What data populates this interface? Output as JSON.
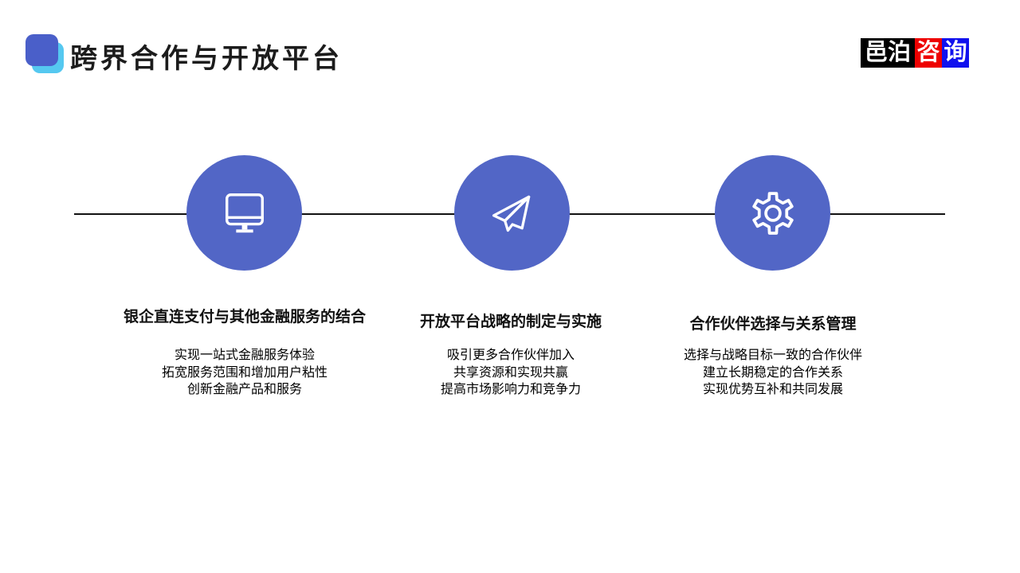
{
  "slide": {
    "title": "跨界合作与开放平台",
    "logo": {
      "segments": [
        {
          "text": "邑泊",
          "bg": "#000000"
        },
        {
          "text": "咨",
          "bg": "#ee0000"
        },
        {
          "text": "询",
          "bg": "#1111ee"
        }
      ]
    },
    "items": [
      {
        "icon": "monitor-icon",
        "heading": "银企直连支付与其他金融服务的结合",
        "lines": [
          "实现一站式金融服务体验",
          "拓宽服务范围和增加用户粘性",
          "创新金融产品和服务"
        ]
      },
      {
        "icon": "paper-plane-icon",
        "heading": "开放平台战略的制定与实施",
        "lines": [
          "吸引更多合作伙伴加入",
          "共享资源和实现共赢",
          "提高市场影响力和竞争力"
        ]
      },
      {
        "icon": "gear-icon",
        "heading": "合作伙伴选择与关系管理",
        "lines": [
          "选择与战略目标一致的合作伙伴",
          "建立长期稳定的合作关系",
          "实现优势互补和共同发展"
        ]
      }
    ],
    "colors": {
      "accent_circle": "#5266c6",
      "title_marker_front": "#4a5fc9",
      "title_marker_back": "#55c8f0",
      "logo_bg_black": "#000000",
      "logo_bg_red": "#ee0000",
      "logo_bg_blue": "#1111ee",
      "divider_line": "#111111",
      "heading_text": "#111111",
      "body_text": "#000000"
    }
  }
}
